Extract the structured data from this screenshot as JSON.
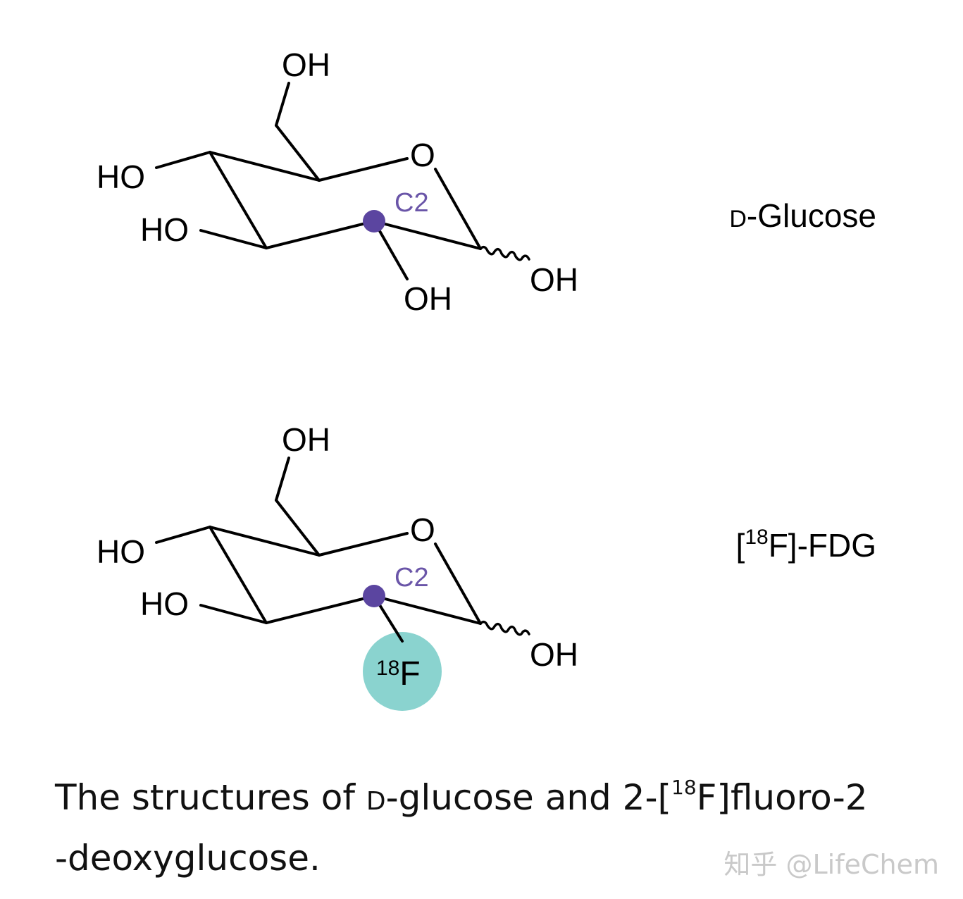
{
  "structures": [
    {
      "id": "glucose",
      "name_prefix": "D",
      "name_suffix": "-Glucose",
      "labels": {
        "oh_top": "OH",
        "ho_upper": "HO",
        "ho_lower": "HO",
        "ring_o": "O",
        "c2": "C2",
        "oh_anomeric": "OH",
        "c2_substituent": "OH"
      }
    },
    {
      "id": "fdg",
      "name_bracket_open": "[",
      "name_isotope": "18",
      "name_rest": "F]-FDG",
      "labels": {
        "oh_top": "OH",
        "ho_upper": "HO",
        "ho_lower": "HO",
        "ring_o": "O",
        "c2": "C2",
        "oh_anomeric": "OH",
        "f_isotope": "18",
        "f_symbol": "F"
      }
    }
  ],
  "colors": {
    "c2_dot": "#5b45a0",
    "c2_label": "#6a55a8",
    "fluorine_highlight": "#8ad3cf",
    "bond": "#000000"
  },
  "caption": {
    "part1": "The structures of ",
    "smallcaps_d": "D",
    "part2": "-glucose and 2-[",
    "isotope": "18",
    "part3": "F]fluoro-2",
    "line2": "-deoxyglucose."
  },
  "watermark": "知乎 @LifeChem"
}
